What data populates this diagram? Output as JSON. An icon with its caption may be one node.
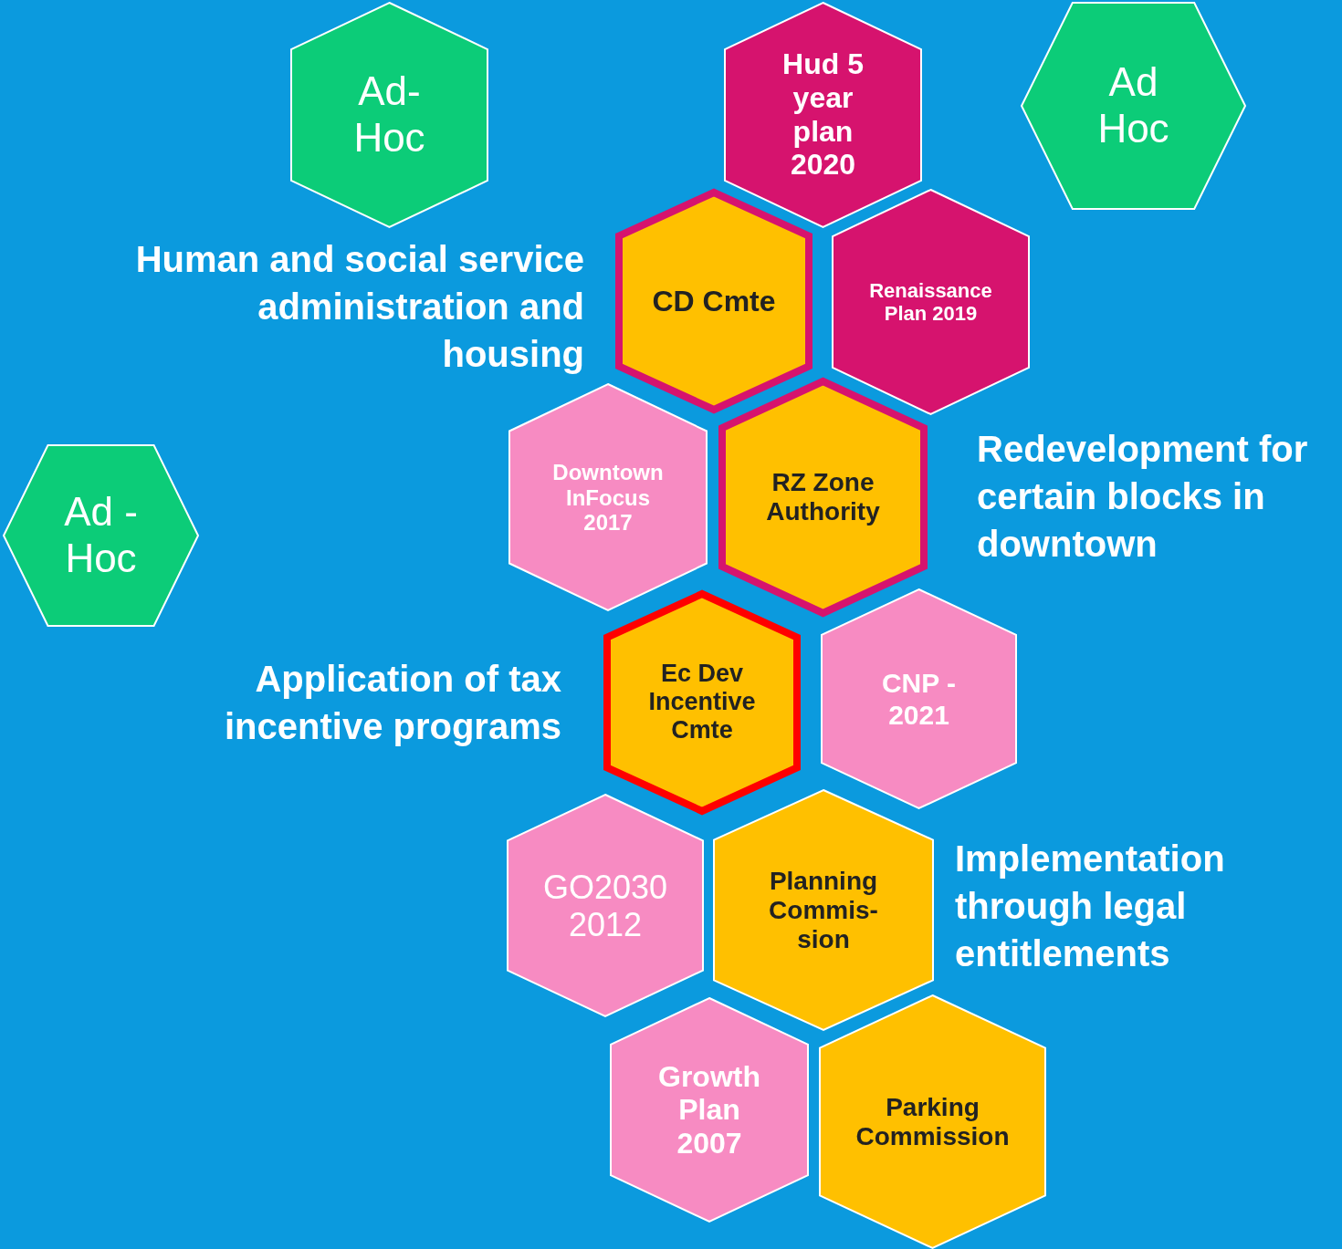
{
  "diagram": {
    "nodes": [
      {
        "text": [
          "Ad- Hoc"
        ]
      },
      {
        "text": [
          "Hud 5 year plan 2020"
        ]
      },
      {
        "text": [
          "Ad Hoc"
        ]
      },
      {
        "text": [
          "CD Cmte"
        ]
      },
      {
        "text": [
          "Renaissance Plan 2019"
        ]
      },
      {
        "text": [
          "Downtown InFocus 2017"
        ]
      },
      {
        "text": [
          "Ad - Hoc"
        ]
      },
      {
        "text": [
          "RZ Zone Authority"
        ]
      },
      {
        "text": [
          "Ec Dev Incentive Cmte"
        ]
      },
      {
        "text": [
          "CNP - 2021"
        ]
      },
      {
        "text": [
          "GO2030 2012"
        ]
      },
      {
        "text": [
          "Planning Commis- sion"
        ]
      },
      {
        "text": [
          "Growth Plan 2007"
        ]
      },
      {
        "text": [
          "Parking Commission"
        ]
      }
    ],
    "edges": [],
    "labels": [
      "Human and social service administration and housing",
      "Redevelopment for certain blocks in downtown",
      "Application of tax incentive programs",
      "Implementation through legal entitlements"
    ]
  }
}
